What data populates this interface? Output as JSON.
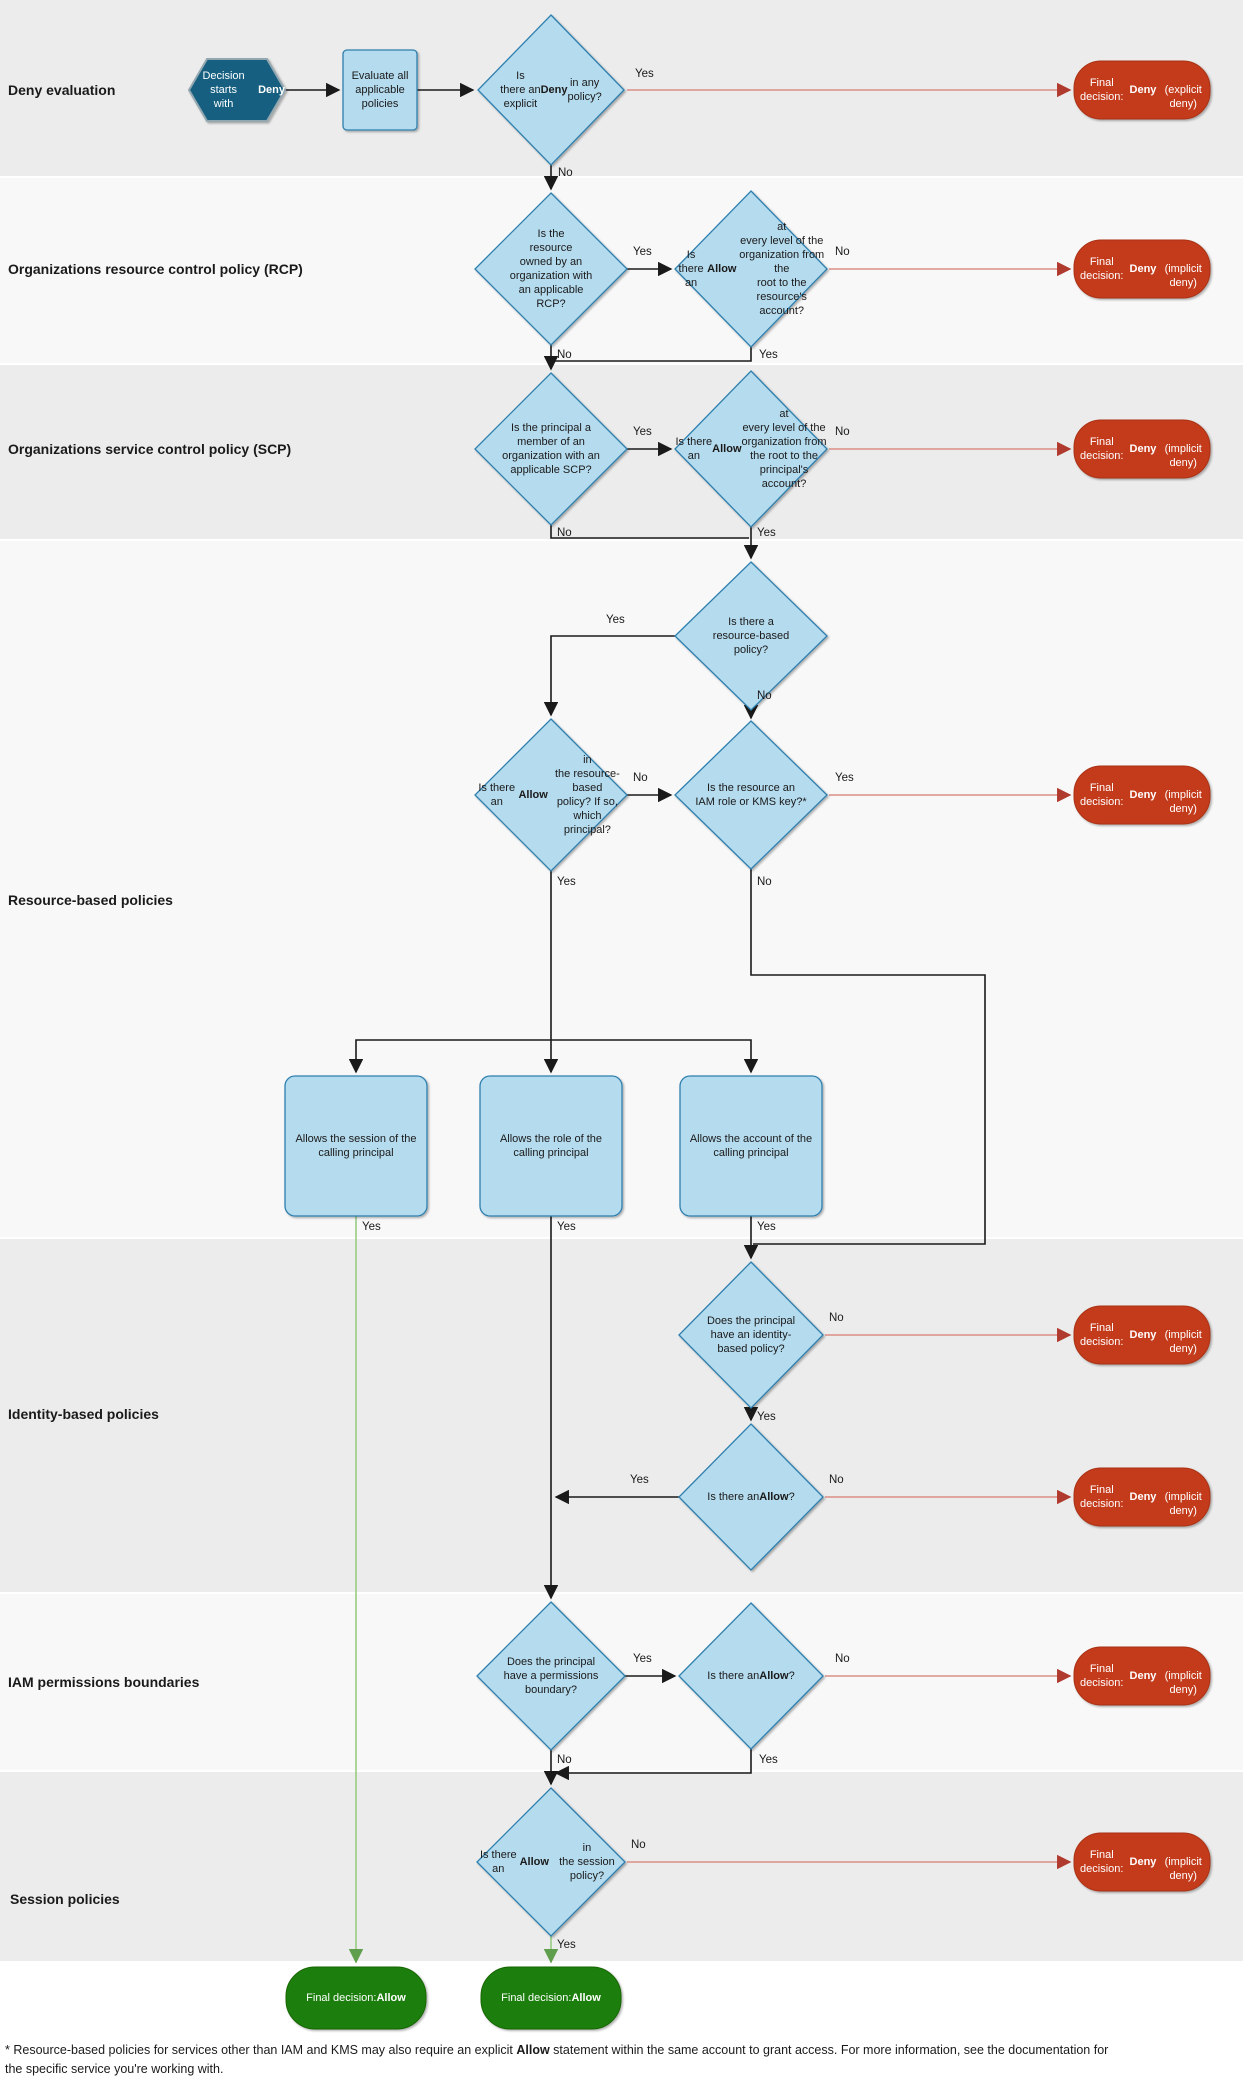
{
  "sections": {
    "deny": "Deny evaluation",
    "rcp": "Organizations resource control policy (RCP)",
    "scp": "Organizations service control policy (SCP)",
    "resource": "Resource-based policies",
    "identity": "Identity-based policies",
    "boundary": "IAM permissions boundaries",
    "session": "Session policies"
  },
  "nodes": {
    "start": "Decision starts\nwith **Deny**",
    "evaluate": "Evaluate all\napplicable\npolicies",
    "explicit_deny": "Is\nthere an\nexplicit **Deny** in any\npolicy?",
    "rcp_owned": "Is the\nresource\nowned by an\norganization with\nan applicable\nRCP?",
    "rcp_allow": "Is there\nan **Allow** at\nevery level of the\norganization from the\nroot to the\nresource's\naccount?",
    "scp_member": "Is the principal a\nmember of an\norganization with an\napplicable SCP?",
    "scp_allow": "Is there\nan **Allow** at\nevery level of the\norganization from\nthe root to the\nprincipal's\naccount?",
    "rbp_exists": "Is there a\nresource-based\npolicy?",
    "rbp_allow": "Is there an\n**Allow** in\nthe resource-based\npolicy? If so, which\nprincipal?",
    "iam_kms": "Is the resource an\nIAM role or KMS key?*",
    "allows_session": "Allows the session of the\ncalling principal",
    "allows_role": "Allows the role of the\ncalling principal",
    "allows_account": "Allows the account of the\ncalling principal",
    "identity_exists": "Does the principal\nhave an identity-\nbased policy?",
    "identity_allow": "Is there an **Allow**?",
    "boundary_exists": "Does the principal\nhave a permissions\nboundary?",
    "boundary_allow": "Is there an **Allow**?",
    "session_allow": "Is there an **Allow** in\nthe session policy?"
  },
  "outcomes": {
    "explicit_deny": "Final decision:\n**Deny**\n(explicit deny)",
    "implicit_deny": "Final decision:\n**Deny**\n(implicit deny)",
    "allow": "Final decision:\n**Allow**"
  },
  "labels": {
    "yes": "Yes",
    "no": "No"
  },
  "footnote": "* Resource-based policies for services other than IAM and KMS may also require an explicit **Allow** statement within the same account to grant access. For more information, see the documentation for\nthe specific service you're working with.",
  "colors": {
    "band_gray": "#ececec",
    "band_light": "#f8f8f8",
    "node_fill": "#b5dbee",
    "node_border": "#2e7fae",
    "start_fill": "#175e80",
    "deny_fill": "#c43b1b",
    "allow_fill": "#1f7e0c",
    "line": "#1a1a1a",
    "deny_line": "#d98f85",
    "allow_line": "#97cb82"
  }
}
